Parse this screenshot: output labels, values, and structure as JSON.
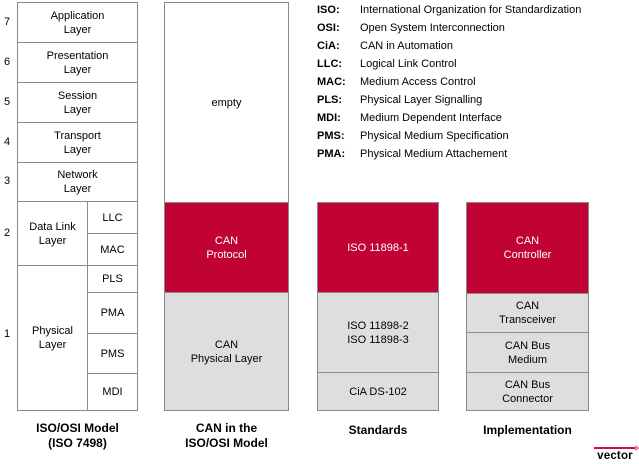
{
  "colors": {
    "accent-red": "#C00334",
    "box-gray": "#DEDEDE",
    "line-gray": "#8A8A8A",
    "logo-red": "#D40A50",
    "logo-pink": "#E87DA8"
  },
  "osi": {
    "layers": [
      {
        "num": "7",
        "label": "Application\nLayer"
      },
      {
        "num": "6",
        "label": "Presentation\nLayer"
      },
      {
        "num": "5",
        "label": "Session\nLayer"
      },
      {
        "num": "4",
        "label": "Transport\nLayer"
      },
      {
        "num": "3",
        "label": "Network\nLayer"
      },
      {
        "num": "2",
        "label": "Data Link\nLayer"
      },
      {
        "num": "1",
        "label": "Physical\nLayer"
      }
    ],
    "datalink_sub": [
      "LLC",
      "MAC"
    ],
    "physical_sub": [
      "PLS",
      "PMA",
      "PMS",
      "MDI"
    ],
    "caption": "ISO/OSI Model\n(ISO 7498)"
  },
  "can_stack": {
    "caption": "CAN in the\nISO/OSI Model",
    "empty_label": "empty",
    "protocol_label": "CAN\nProtocol",
    "physical_label": "CAN\nPhysical Layer"
  },
  "standards": {
    "caption": "Standards",
    "box1": "ISO 11898-1",
    "box2": "ISO 11898-2\nISO 11898-3",
    "box3": "CiA DS-102"
  },
  "implementation": {
    "caption": "Implementation",
    "box1": "CAN\nController",
    "box2": "CAN\nTransceiver",
    "box3": "CAN Bus\nMedium",
    "box4": "CAN Bus\nConnector"
  },
  "legend": [
    {
      "abbr": "ISO:",
      "desc": "International Organization for Standardization"
    },
    {
      "abbr": "OSI:",
      "desc": "Open System Interconnection"
    },
    {
      "abbr": "CiA:",
      "desc": "CAN in Automation"
    },
    {
      "abbr": "LLC:",
      "desc": "Logical Link Control"
    },
    {
      "abbr": "MAC:",
      "desc": "Medium Access Control"
    },
    {
      "abbr": "PLS:",
      "desc": "Physical Layer Signalling"
    },
    {
      "abbr": "MDI:",
      "desc": "Medium Dependent Interface"
    },
    {
      "abbr": "PMS:",
      "desc": "Physical Medium Specification"
    },
    {
      "abbr": "PMA:",
      "desc": "Physical Medium Attachement"
    }
  ],
  "logo": {
    "text": "vector"
  }
}
